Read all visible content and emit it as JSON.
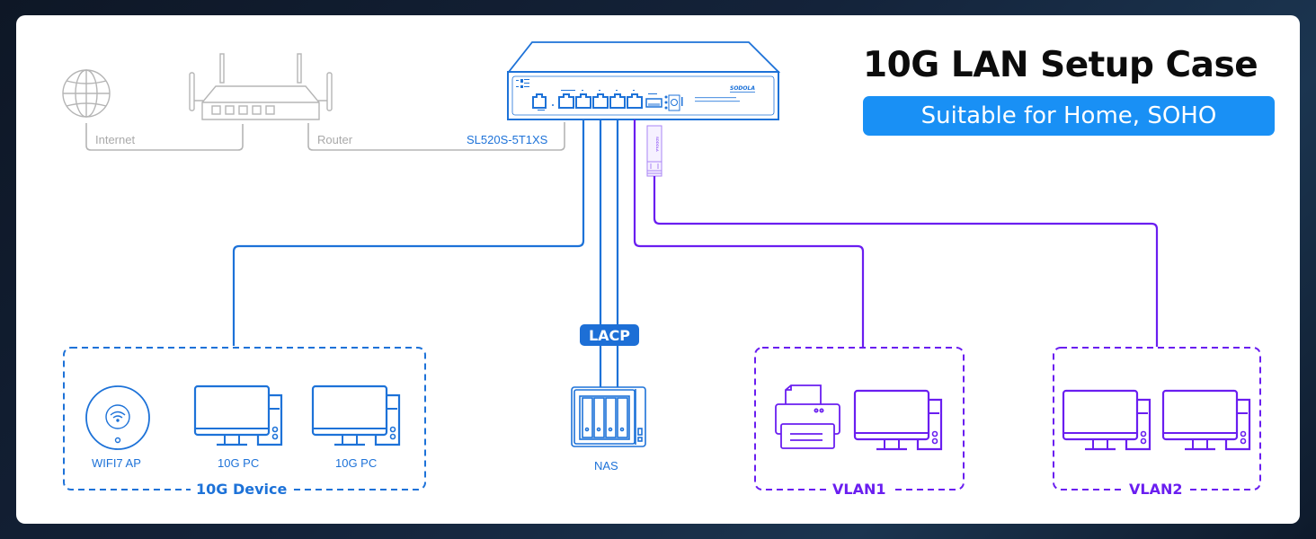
{
  "header": {
    "title": "10G LAN Setup Case",
    "subtitle": "Suitable for Home, SOHO"
  },
  "top_chain": {
    "internet_label": "Internet",
    "router_label": "Router",
    "switch_model": "SL520S-5T1XS",
    "switch_brand": "SODOLA"
  },
  "links": {
    "lacp_label": "LACP"
  },
  "groups": {
    "ten_g": {
      "label": "10G Device",
      "devices": [
        {
          "label": "WIFI7 AP",
          "icon": "wifi-ap-icon"
        },
        {
          "label": "10G PC",
          "icon": "desktop-pc-icon"
        },
        {
          "label": "10G PC",
          "icon": "desktop-pc-icon"
        }
      ]
    },
    "nas": {
      "label": "NAS",
      "icon": "nas-icon"
    },
    "vlan1": {
      "label": "VLAN1",
      "devices": [
        {
          "icon": "printer-icon"
        },
        {
          "icon": "desktop-pc-icon"
        }
      ]
    },
    "vlan2": {
      "label": "VLAN2",
      "devices": [
        {
          "icon": "desktop-pc-icon"
        },
        {
          "icon": "desktop-pc-icon"
        }
      ]
    }
  },
  "colors": {
    "blue": "#1d72d8",
    "purple": "#6a1ef0",
    "gray": "#b5b5b5",
    "subtitle_bg": "#1990f5",
    "lacp_bg": "#1d6fd6"
  }
}
